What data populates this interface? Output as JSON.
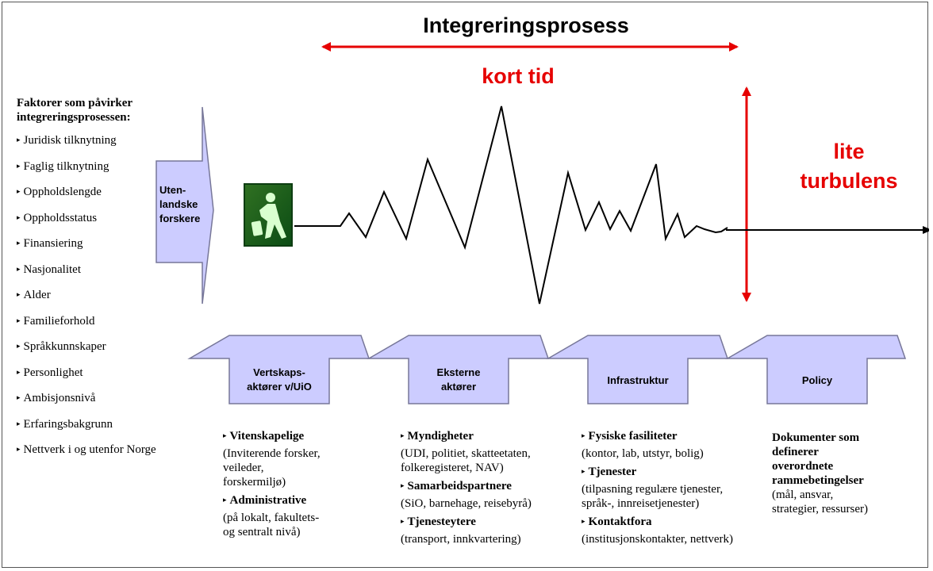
{
  "title": "Integreringsprosess",
  "time_label": "kort tid",
  "turbulence_label": [
    "lite",
    "turbulens"
  ],
  "factors": {
    "heading": [
      "Faktorer som påvirker",
      "integreringsprosessen:"
    ],
    "items": [
      "Juridisk tilknytning",
      "Faglig tilknytning",
      "Oppholdslengde",
      "Oppholdsstatus",
      "Finansiering",
      "Nasjonalitet",
      "Alder",
      "Familieforhold",
      "Språkkunnskaper",
      "Personlighet",
      "Ambisjonsnivå",
      "Erfaringsbakgrunn",
      "Nettverk i og utenfor Norge"
    ]
  },
  "entry_arrow_label": [
    "Uten-",
    "landske",
    "forskere"
  ],
  "icon": "walking-traveler-icon",
  "colors": {
    "accent_red": "#e60000",
    "arrow_fill": "#ccccff",
    "arrow_stroke": "#777799"
  },
  "actor_arrows": [
    [
      "Vertskaps-",
      "aktører v/UiO"
    ],
    [
      "Eksterne",
      "aktører"
    ],
    [
      "Infrastruktur"
    ],
    [
      "Policy"
    ]
  ],
  "columns": {
    "host": {
      "heading1": "Vitenskapelige",
      "body1": [
        "(Inviterende forsker,",
        "veileder,",
        "forskermiljø)"
      ],
      "heading2": "Administrative",
      "body2": [
        "(på lokalt, fakultets-",
        "og sentralt nivå)"
      ]
    },
    "external": {
      "heading1": "Myndigheter",
      "body1": [
        "(UDI, politiet, skatteetaten,",
        "folkeregisteret, NAV)"
      ],
      "heading2": "Samarbeidspartnere",
      "body2": [
        "(SiO, barnehage, reisebyrå)"
      ],
      "heading3": "Tjenesteytere",
      "body3": [
        "(transport, innkvartering)"
      ]
    },
    "infra": {
      "heading1": "Fysiske fasiliteter",
      "body1": [
        "(kontor, lab, utstyr, bolig)"
      ],
      "heading2": "Tjenester",
      "body2": [
        "(tilpasning regulære tjenester,",
        "språk-, innreisetjenester)"
      ],
      "heading3": "Kontaktfora",
      "body3": [
        "(institusjonskontakter, nettverk)"
      ]
    },
    "policy": {
      "heading": [
        "Dokumenter som",
        "definerer",
        "overordnete",
        "rammebetingelser"
      ],
      "body": [
        "(mål, ansvar,",
        "strategier, ressurser)"
      ]
    }
  }
}
